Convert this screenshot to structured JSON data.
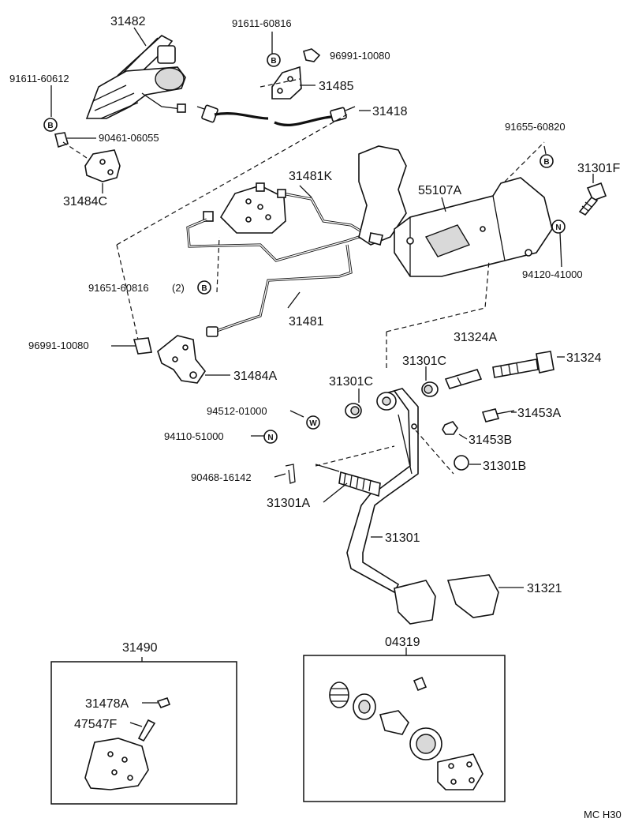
{
  "labels": {
    "p31482": "31482",
    "p91611_60816": "91611-60816",
    "p96991_10080_top": "96991-10080",
    "p91611_60612": "91611-60612",
    "p31485": "31485",
    "p31418": "31418",
    "p90461_06055": "90461-06055",
    "p91655_60820": "91655-60820",
    "p31484C": "31484C",
    "p31481K": "31481K",
    "p55107A": "55107A",
    "p31301F": "31301F",
    "p94120_41000": "94120-41000",
    "p91651_60816": "91651-60816",
    "p91651_qty": "(2)",
    "p31481": "31481",
    "p96991_10080_mid": "96991-10080",
    "p31484A": "31484A",
    "p31324A": "31324A",
    "p31301C_right": "31301C",
    "p31301C_left": "31301C",
    "p31324": "31324",
    "p94512_01000": "94512-01000",
    "p31453A": "31453A",
    "p94110_51000": "94110-51000",
    "p31453B": "31453B",
    "p31301B": "31301B",
    "p90468_16142": "90468-16142",
    "p31301A": "31301A",
    "p31301": "31301",
    "p31321": "31321",
    "p31490": "31490",
    "p04319": "04319",
    "p31478A": "31478A",
    "p47547F": "47547F",
    "code": "MC H30"
  },
  "symbols": {
    "b": "B",
    "n": "N",
    "w": "W"
  }
}
